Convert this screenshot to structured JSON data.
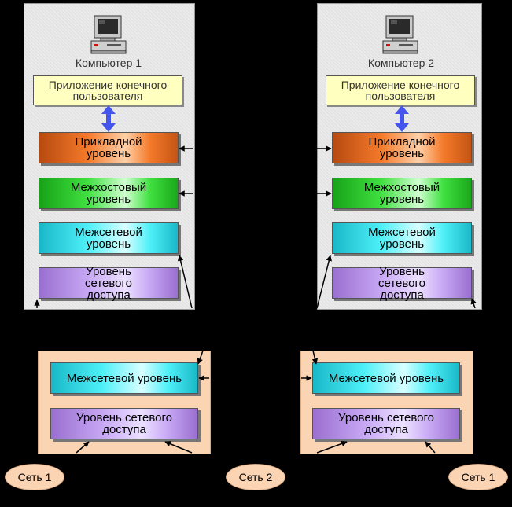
{
  "computer1": {
    "title": "Компьютер 1",
    "app": "Приложение конечного пользователя",
    "layers": [
      "Прикладной уровень",
      "Межхостовый уровень",
      "Межсетевой уровень",
      "Уровень сетевого доступа"
    ]
  },
  "computer2": {
    "title": "Компьютер 2",
    "app": "Приложение конечного пользователя",
    "layers": [
      "Прикладной уровень",
      "Межхостовый уровень",
      "Межсетевой уровень",
      "Уровень сетевого доступа"
    ]
  },
  "router1": {
    "layers": [
      "Межсетевой уровень",
      "Уровень сетевого доступа"
    ]
  },
  "router2": {
    "layers": [
      "Межсетевой уровень",
      "Уровень сетевого доступа"
    ]
  },
  "networks": [
    "Сеть 1",
    "Сеть 2",
    "Сеть 1"
  ],
  "colors": {
    "background": "#000000",
    "panel": "#e4e4e4",
    "app_box": "#ffffc0",
    "application_layer": "#f47a2a",
    "host_layer": "#40e040",
    "internet_layer": "#4ef0f8",
    "access_layer": "#c7a7f4",
    "router": "#fbd4b4",
    "bidirectional_arrow": "#4455ee"
  }
}
